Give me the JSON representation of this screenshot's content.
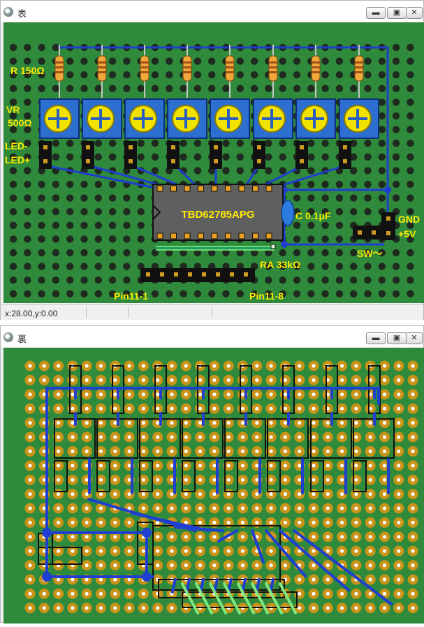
{
  "windows": {
    "top": {
      "title": "表",
      "status": {
        "coords": "x:28.00,y:0.00"
      }
    },
    "bottom": {
      "title": "裏"
    }
  },
  "window_controls": {
    "minimize_glyph": "▬",
    "maximize_glyph": "▣",
    "close_glyph": "✕"
  },
  "board_labels": {
    "resistor": "R 150Ω",
    "vr_line1": "VR",
    "vr_line2": "500Ω",
    "led_minus": "LED-",
    "led_plus": "LED+",
    "ic": "TBD62785APG",
    "capacitor": "C 0.1μF",
    "gnd": "GND",
    "plus5v": "+5V",
    "switch": "SW〜",
    "resistor_array": "RA 33kΩ",
    "pin_first": "Pin11-1",
    "pin_last": "Pin11-8"
  },
  "colors": {
    "board": "#2f8a3c",
    "hole": "#1e2b1e",
    "pad": "#c89419",
    "wire": "#1f3fd0",
    "label": "#ffea00",
    "ic_body": "#5f5f5f",
    "vr_body": "#2c6fd1",
    "vr_knob": "#f2e200",
    "resistor_body": "#f0a83a",
    "capacitor": "#2b7be0",
    "ra_lead": "#7ee87e"
  }
}
